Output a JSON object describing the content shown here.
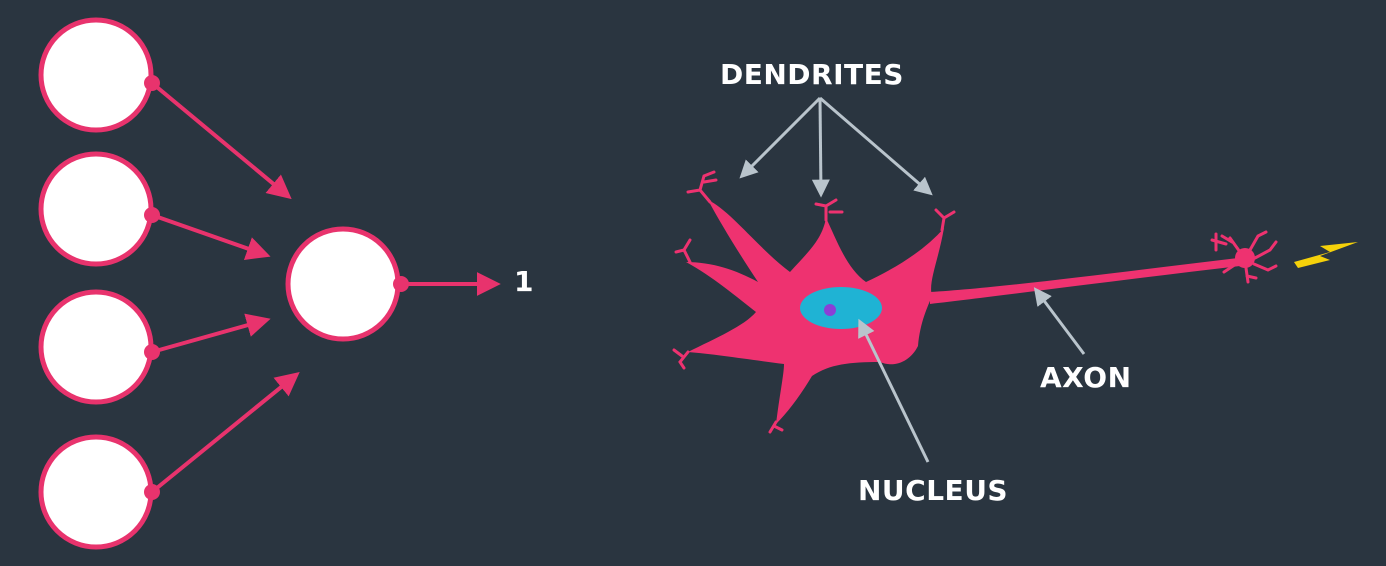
{
  "colors": {
    "background": "#2a3540",
    "node_fill": "#ffffff",
    "network_pink": "#e8336d",
    "neuron_pink": "#ee3270",
    "nucleus": "#1fb3d4",
    "nucleolus": "#8a3fd6",
    "pointer_gray": "#b9c4cc",
    "spark_yellow": "#f5d10a"
  },
  "network": {
    "output_value": "1"
  },
  "neuron": {
    "dendrites_label": "DENDRITES",
    "nucleus_label": "NUCLEUS",
    "axon_label": "AXON"
  },
  "icons": {
    "signal": "lightning-bolt-icon"
  }
}
